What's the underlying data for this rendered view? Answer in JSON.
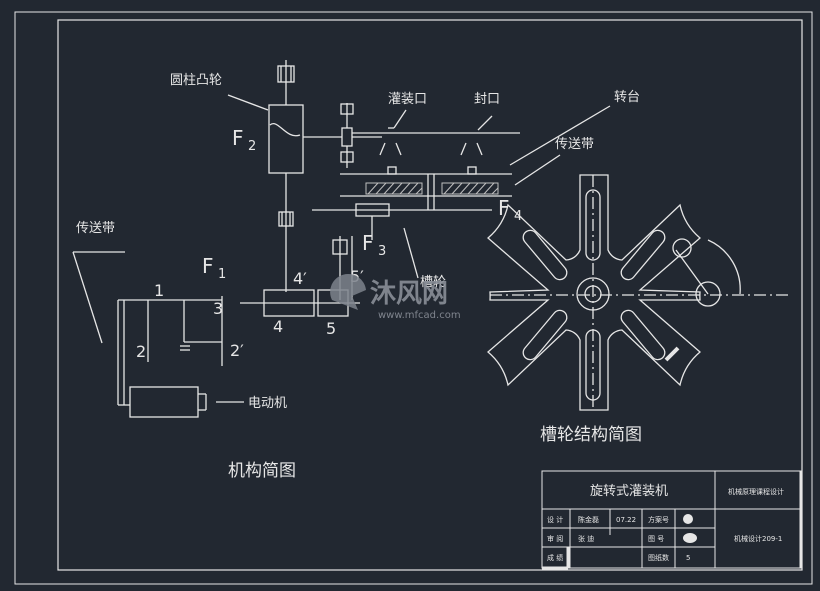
{
  "labels": {
    "cylinder_cam": "圆柱凸轮",
    "filling_port": "灌装口",
    "sealing_port": "封口",
    "turntable": "转台",
    "conveyor_right": "传送带",
    "conveyor_left": "传送带",
    "motor": "电动机",
    "sheave": "槽轮",
    "f1": "F",
    "f1_sub": "1",
    "f2": "F",
    "f2_sub": "2",
    "f3": "F",
    "f3_sub": "3",
    "f4": "F",
    "f4_sub": "4",
    "gear1": "1",
    "gear2": "2",
    "gear2p": "2′",
    "gear3": "3",
    "gear4": "4",
    "gear4p": "4′",
    "gear5": "5",
    "gear5p": "5′",
    "mechanism_caption": "机构简图",
    "sheave_caption": "槽轮结构简图"
  },
  "title_block": {
    "title": "旋转式灌装机",
    "course": "机械原理课程设计",
    "design_label": "设 计",
    "designer": "陈金磊",
    "date": "07.22",
    "plan_no_label": "方案号",
    "review_label": "审 阅",
    "reviewer": "张 迪",
    "drawing_no_label": "图 号",
    "grade_label": "成 绩",
    "sheet_count_label": "图纸数",
    "sheet_count": "5",
    "drawing_code": "机械设计209-1"
  },
  "watermark": {
    "brand": "沐风网",
    "url": "www.mfcad.com"
  },
  "colors": {
    "background": "#222831",
    "line": "#e6e6e6",
    "hatch": "#bfbfbf"
  }
}
